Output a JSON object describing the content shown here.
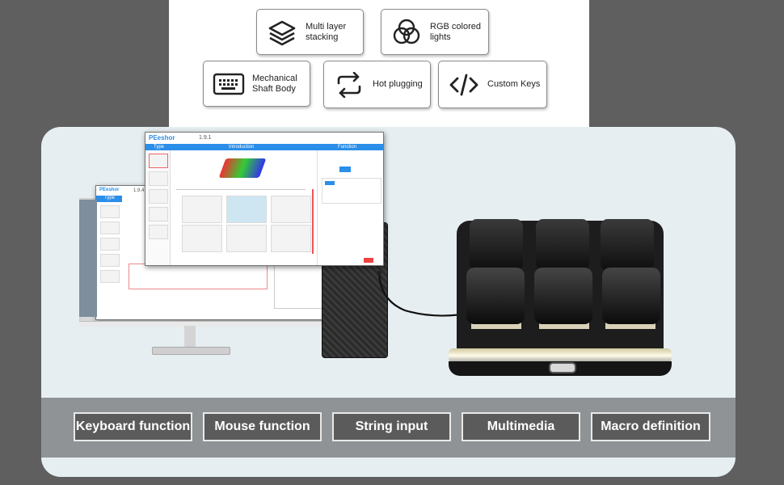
{
  "features": [
    {
      "icon": "layers-icon",
      "label": "Multi layer\nstacking"
    },
    {
      "icon": "rgb-circles-icon",
      "label": "RGB colored\nlights"
    },
    {
      "icon": "keyboard-icon",
      "label": "Mechanical\nShaft Body"
    },
    {
      "icon": "refresh-arrows-icon",
      "label": "Hot plugging"
    },
    {
      "icon": "code-brackets-icon",
      "label": "Custom Keys"
    }
  ],
  "functions": [
    {
      "label": "Keyboard function"
    },
    {
      "label": "Mouse function"
    },
    {
      "label": "String input"
    },
    {
      "label": "Multimedia"
    },
    {
      "label": "Macro definition"
    }
  ],
  "software": {
    "logo": "PEeshor",
    "version_front": "1.9.1",
    "version_back": "1.9.4",
    "sidebar_header": "Type",
    "center_header": "Introduction",
    "right_header": "Function"
  },
  "colors": {
    "background": "#5f5f5f",
    "panel": "#e6eef1",
    "band": "#8f9395",
    "button": "#5b5b5b",
    "accent": "#2b8ee8"
  }
}
